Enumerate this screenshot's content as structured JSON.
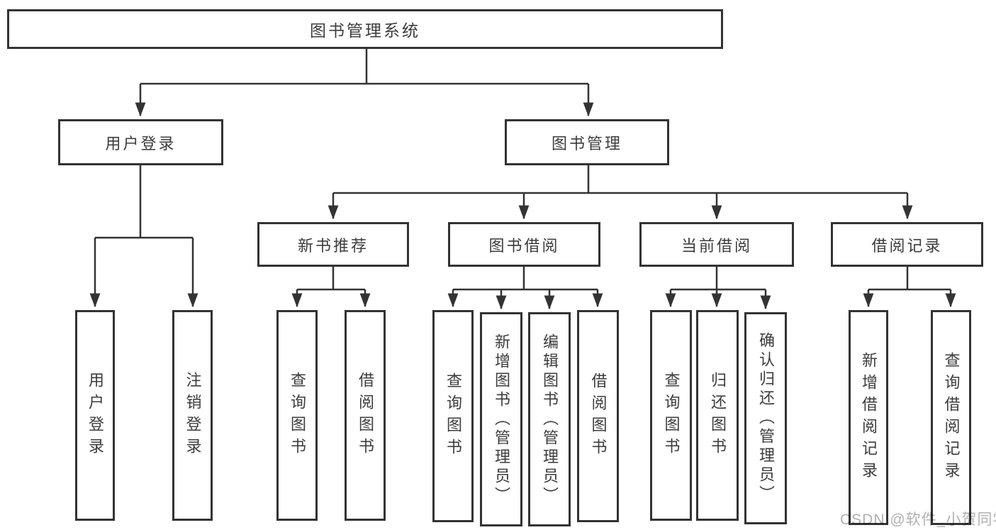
{
  "tree": {
    "label": "图书管理系统",
    "children": [
      {
        "label": "用户登录",
        "children": [
          {
            "label": "用户登录"
          },
          {
            "label": "注销登录"
          }
        ]
      },
      {
        "label": "图书管理",
        "children": [
          {
            "label": "新书推荐",
            "children": [
              {
                "label": "查询图书"
              },
              {
                "label": "借阅图书"
              }
            ]
          },
          {
            "label": "图书借阅",
            "children": [
              {
                "label": "查询图书"
              },
              {
                "label": "新增图书（管理员）"
              },
              {
                "label": "编辑图书（管理员）"
              },
              {
                "label": "借阅图书"
              }
            ]
          },
          {
            "label": "当前借阅",
            "children": [
              {
                "label": "查询图书"
              },
              {
                "label": "归还图书"
              },
              {
                "label": "确认归还（管理员）"
              }
            ]
          },
          {
            "label": "借阅记录",
            "children": [
              {
                "label": "新增借阅记录"
              },
              {
                "label": "查询借阅记录"
              }
            ]
          }
        ]
      }
    ]
  },
  "watermark": "CSDN @软件_小贺同学",
  "colors": {
    "line": "#333333",
    "text": "#3c3c3c",
    "watermark": "#b0b0b0",
    "background": "#ffffff"
  }
}
